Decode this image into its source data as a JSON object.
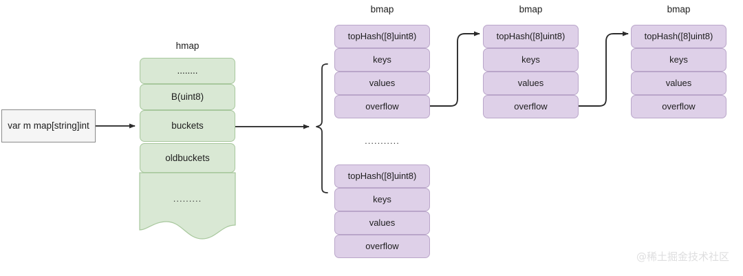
{
  "diagram": {
    "title_bmap": "bmap",
    "title_hmap": "hmap",
    "watermark": "@稀土掘金技术社区",
    "ellipsis_short": "........",
    "ellipsis_long": "..........."
  },
  "colors": {
    "green_fill": "#d9e8d4",
    "green_stroke": "#a7c79c",
    "purple_fill": "#ded0e8",
    "purple_stroke": "#b9a5c9",
    "gray_fill": "#f5f5f5",
    "gray_stroke": "#8a8a8a",
    "arrow": "#3b3b3b",
    "text": "#1d1d1d",
    "watermark": "#dededf",
    "background": "#ffffff"
  },
  "var_node": {
    "label": "var m map[string]int"
  },
  "hmap": {
    "caption": "hmap",
    "rows": [
      {
        "label": "........"
      },
      {
        "label": "B(uint8)"
      },
      {
        "label": "buckets"
      },
      {
        "label": "oldbuckets"
      },
      {
        "label": "........."
      }
    ]
  },
  "bmaps": [
    {
      "caption": "bmap",
      "position": "top-left",
      "rows": [
        {
          "label": "topHash([8]uint8)"
        },
        {
          "label": "keys"
        },
        {
          "label": "values"
        },
        {
          "label": "overflow"
        }
      ]
    },
    {
      "caption": "bmap",
      "position": "top-middle",
      "rows": [
        {
          "label": "topHash([8]uint8)"
        },
        {
          "label": "keys"
        },
        {
          "label": "values"
        },
        {
          "label": "overflow"
        }
      ]
    },
    {
      "caption": "bmap",
      "position": "top-right",
      "rows": [
        {
          "label": "topHash([8]uint8)"
        },
        {
          "label": "keys"
        },
        {
          "label": "values"
        },
        {
          "label": "overflow"
        }
      ]
    },
    {
      "caption": "",
      "position": "bottom-left",
      "rows": [
        {
          "label": "topHash([8]uint8)"
        },
        {
          "label": "keys"
        },
        {
          "label": "values"
        },
        {
          "label": "overflow"
        }
      ]
    }
  ],
  "bucket_list_ellipsis": "..........."
}
